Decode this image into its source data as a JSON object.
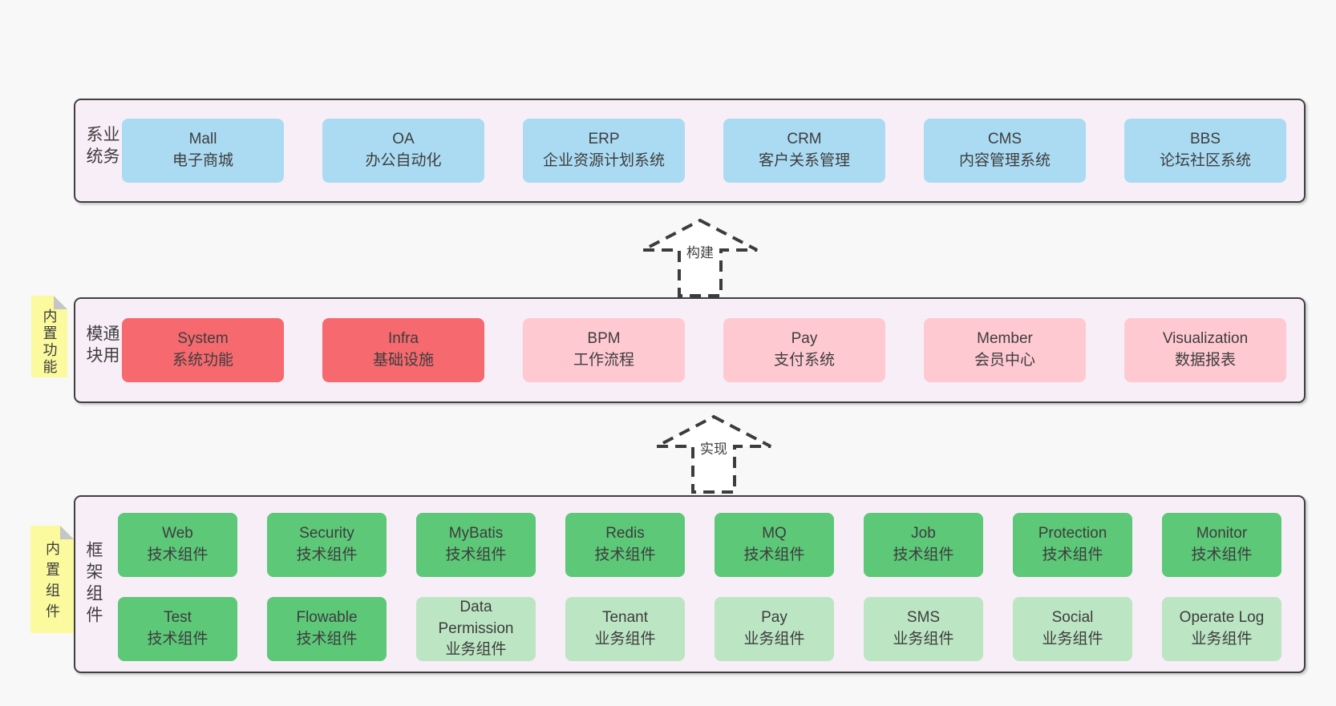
{
  "colors": {
    "page_bg": "#f8f8f8",
    "panel_bg": "#f8eef7",
    "panel_border": "#404040",
    "box_blue": "#abdbf2",
    "box_red": "#f5696f",
    "box_pink": "#ffc9d1",
    "box_green_dark": "#5cc878",
    "box_green_light": "#bce5c3",
    "note_yellow": "#fbfa9e",
    "note_fold_gray": "#c6c6c6",
    "text": "#3d3d3d"
  },
  "arrows": [
    {
      "label": "构建"
    },
    {
      "label": "实现"
    }
  ],
  "panels": {
    "business": {
      "side_label": "业务系统",
      "boxes": [
        {
          "title": "Mall",
          "subtitle": "电子商城"
        },
        {
          "title": "OA",
          "subtitle": "办公自动化"
        },
        {
          "title": "ERP",
          "subtitle": "企业资源计划系统"
        },
        {
          "title": "CRM",
          "subtitle": "客户关系管理"
        },
        {
          "title": "CMS",
          "subtitle": "内容管理系统"
        },
        {
          "title": "BBS",
          "subtitle": "论坛社区系统"
        }
      ]
    },
    "modules": {
      "side_label": "通用模块",
      "tag": "内置功能",
      "boxes": [
        {
          "title": "System",
          "subtitle": "系统功能"
        },
        {
          "title": "Infra",
          "subtitle": "基础设施"
        },
        {
          "title": "BPM",
          "subtitle": "工作流程"
        },
        {
          "title": "Pay",
          "subtitle": "支付系统"
        },
        {
          "title": "Member",
          "subtitle": "会员中心"
        },
        {
          "title": "Visualization",
          "subtitle": "数据报表"
        }
      ]
    },
    "framework": {
      "side_label": "框架组件",
      "tag": "内置组件",
      "row1": [
        {
          "title": "Web",
          "subtitle": "技术组件"
        },
        {
          "title": "Security",
          "subtitle": "技术组件"
        },
        {
          "title": "MyBatis",
          "subtitle": "技术组件"
        },
        {
          "title": "Redis",
          "subtitle": "技术组件"
        },
        {
          "title": "MQ",
          "subtitle": "技术组件"
        },
        {
          "title": "Job",
          "subtitle": "技术组件"
        },
        {
          "title": "Protection",
          "subtitle": "技术组件"
        },
        {
          "title": "Monitor",
          "subtitle": "技术组件"
        }
      ],
      "row2": [
        {
          "title": "Test",
          "subtitle": "技术组件"
        },
        {
          "title": "Flowable",
          "subtitle": "技术组件"
        },
        {
          "title": "Data\nPermission",
          "subtitle": "业务组件"
        },
        {
          "title": "Tenant",
          "subtitle": "业务组件"
        },
        {
          "title": "Pay",
          "subtitle": "业务组件"
        },
        {
          "title": "SMS",
          "subtitle": "业务组件"
        },
        {
          "title": "Social",
          "subtitle": "业务组件"
        },
        {
          "title": "Operate Log",
          "subtitle": "业务组件"
        }
      ]
    }
  }
}
